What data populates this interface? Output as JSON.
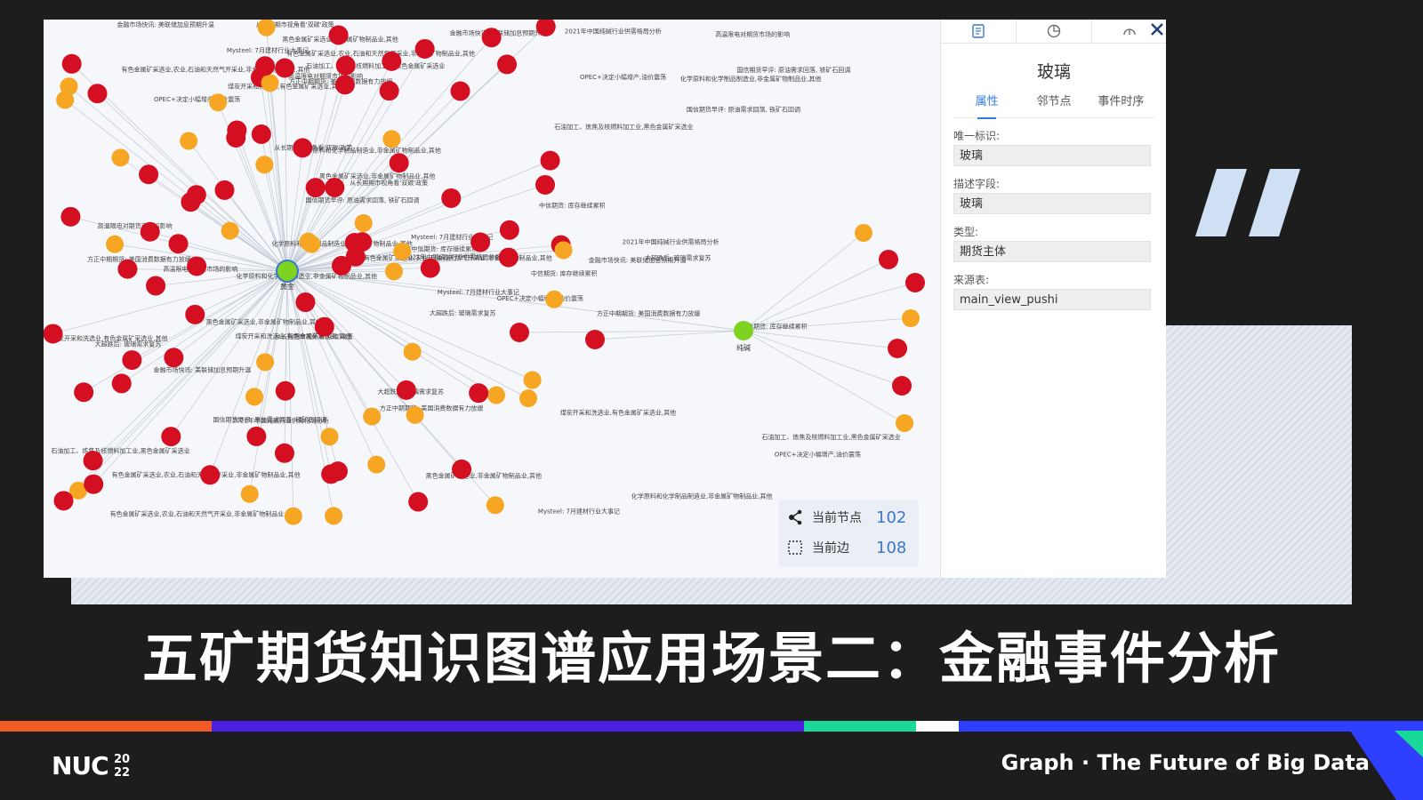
{
  "graph": {
    "hub_left_label": "黄金",
    "hub_right_label": "纯碱",
    "edge_texts": [
      "有色金属矿采选业,农业,石油和天然气开采业,非金属矿物制品业,其他",
      "化学原料和化学制品制造业,非金属矿物制品业,其他",
      "Mysteel: 7月建材行业大事记",
      "国信期货早评: 原油需求回落, 铁矿石回调",
      "石油加工、炼焦及核燃料加工业,黑色金属矿采选业",
      "OPEC+决定小幅增产,油价震荡",
      "方正中期期货: 美国消费数据有力放缓",
      "高温限电对期货市场的影响",
      "从长期期市视角看'双碳'政策",
      "大超跌后: 玻璃需求复苏",
      "黑色金属矿采选业,非金属矿物制品业,其他",
      "中信期货: 库存继续累积",
      "金融市场快讯: 美联储加息预期升温",
      "2021年中国纯碱行业供需格局分析",
      "煤炭开采和洗选业,有色金属矿采选业,其他"
    ]
  },
  "stats": {
    "nodes_label": "当前节点",
    "nodes_value": "102",
    "edges_label": "当前边",
    "edges_value": "108"
  },
  "panel": {
    "title": "玻璃",
    "tabs": [
      "属性",
      "邻节点",
      "事件时序"
    ],
    "fields": [
      {
        "label": "唯一标识:",
        "value": "玻璃"
      },
      {
        "label": "描述字段:",
        "value": "玻璃"
      },
      {
        "label": "类型:",
        "value": "期货主体"
      },
      {
        "label": "来源表:",
        "value": "main_view_pushi"
      }
    ]
  },
  "slide": {
    "title": "五矿期货知识图谱应用场景二：金融事件分析",
    "footer_logo": "NUC 2022",
    "tagline": "Graph · The Future of Big Data"
  },
  "colors": {
    "node_red": "#d40f22",
    "node_orange": "#f6a623",
    "node_green": "#7ed321",
    "accent_blue": "#2f7de1",
    "bar": [
      "#f05a24",
      "#4a1fe0",
      "#19d89a",
      "#ffffff",
      "#2f3fff"
    ]
  }
}
